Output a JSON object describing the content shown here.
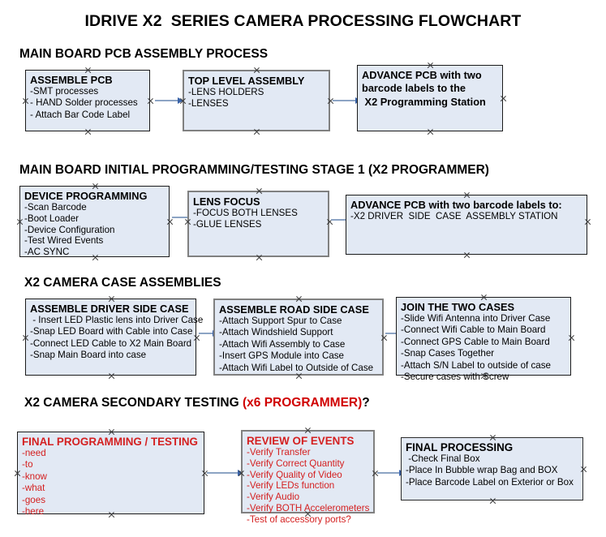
{
  "document": {
    "title": "IDRIVE X2  SERIES CAMERA PROCESSING FLOWCHART"
  },
  "colors": {
    "box_fill": "#e2e9f4",
    "box_border_dark": "#1b1b1b",
    "box_border_gray": "#808080",
    "red_text": "#d42020",
    "red_heading": "#d00000",
    "connector_shaft": "#8ca4c4",
    "connector_head": "#3a63a8",
    "canvas": "#ffffff"
  },
  "sections": [
    {
      "id": "main-board-pcb-assembly-process",
      "heading": "MAIN BOARD PCB ASSEMBLY PROCESS",
      "heading_suffix": "",
      "nodes": [
        {
          "id": "assemble-pcb",
          "header": "ASSEMBLE PCB",
          "lines": [
            "-SMT processes",
            "- HAND Solder processes",
            "- Attach Bar Code Label"
          ]
        },
        {
          "id": "top-level-assembly",
          "header": "TOP LEVEL ASSEMBLY",
          "lines": [
            "-LENS HOLDERS",
            "-LENSES"
          ]
        },
        {
          "id": "advance-pcb-to-x2-programming-station",
          "header": "ADVANCE PCB with two",
          "lines": [
            "barcode labels to the",
            " X2 Programming Station"
          ]
        }
      ]
    },
    {
      "id": "main-board-initial-programming-testing-stage-1",
      "heading": "MAIN BOARD INITIAL PROGRAMMING/TESTING STAGE 1 (X2 PROGRAMMER)",
      "heading_suffix": "",
      "nodes": [
        {
          "id": "device-programming",
          "header": "DEVICE PROGRAMMING",
          "lines": [
            "-Scan Barcode",
            "-Boot Loader",
            "-Device Configuration",
            "-Test Wired Events",
            "-AC SYNC"
          ]
        },
        {
          "id": "lens-focus",
          "header": "LENS FOCUS",
          "lines": [
            "-FOCUS BOTH LENSES",
            "-GLUE LENSES"
          ]
        },
        {
          "id": "advance-pcb-to-driver-side-case-assembly",
          "header": "ADVANCE PCB with two barcode labels to:",
          "lines": [
            "-X2 DRIVER  SIDE  CASE  ASSEMBLY STATION"
          ]
        }
      ]
    },
    {
      "id": "x2-camera-case-assemblies",
      "heading": "X2 CAMERA CASE ASSEMBLIES",
      "heading_suffix": "",
      "nodes": [
        {
          "id": "assemble-driver-side-case",
          "header": "ASSEMBLE DRIVER SIDE CASE",
          "lines": [
            " - Insert LED Plastic lens into Driver Case",
            "-Snap LED Board with Cable into Case",
            "-Connect LED Cable to X2 Main Board",
            "-Snap Main Board into case"
          ]
        },
        {
          "id": "assemble-road-side-case",
          "header": "ASSEMBLE ROAD SIDE CASE",
          "lines": [
            "-Attach Support Spur to Case",
            "-Attach Windshield Support",
            "-Attach Wifi Assembly to Case",
            "-Insert GPS Module into Case",
            "-Attach Wifi Label to Outside of Case"
          ]
        },
        {
          "id": "join-the-two-cases",
          "header": "JOIN THE TWO CASES",
          "lines": [
            "-Slide Wifi Antenna into Driver Case",
            "-Connect Wifi Cable to Main Board",
            "-Connect GPS Cable to Main Board",
            "-Snap Cases Together",
            "-Attach S/N Label to outside of case",
            "-Secure cases with Screw"
          ]
        }
      ]
    },
    {
      "id": "x2-camera-secondary-testing",
      "heading": "X2 CAMERA SECONDARY TESTING ",
      "heading_red": "(x6 PROGRAMMER)",
      "heading_suffix": "?",
      "nodes": [
        {
          "id": "final-programming-testing",
          "header": "FINAL PROGRAMMING / TESTING",
          "lines": [
            "-need",
            "-to",
            "-know",
            "-what",
            "-goes",
            "-here"
          ]
        },
        {
          "id": "review-of-events",
          "header": "REVIEW OF EVENTS",
          "lines": [
            "-Verify Transfer",
            "-Verify Correct Quantity",
            "-Verify Quality of Video",
            "-Verify LEDs function",
            "-Verify Audio",
            "-Verify BOTH Accelerometers",
            "-Test of accessory ports?"
          ]
        },
        {
          "id": "final-processing",
          "header": "FINAL PROCESSING",
          "lines": [
            " -Check Final Box",
            "-Place In Bubble wrap Bag and BOX",
            "-Place Barcode Label on Exterior or Box"
          ]
        }
      ]
    }
  ]
}
